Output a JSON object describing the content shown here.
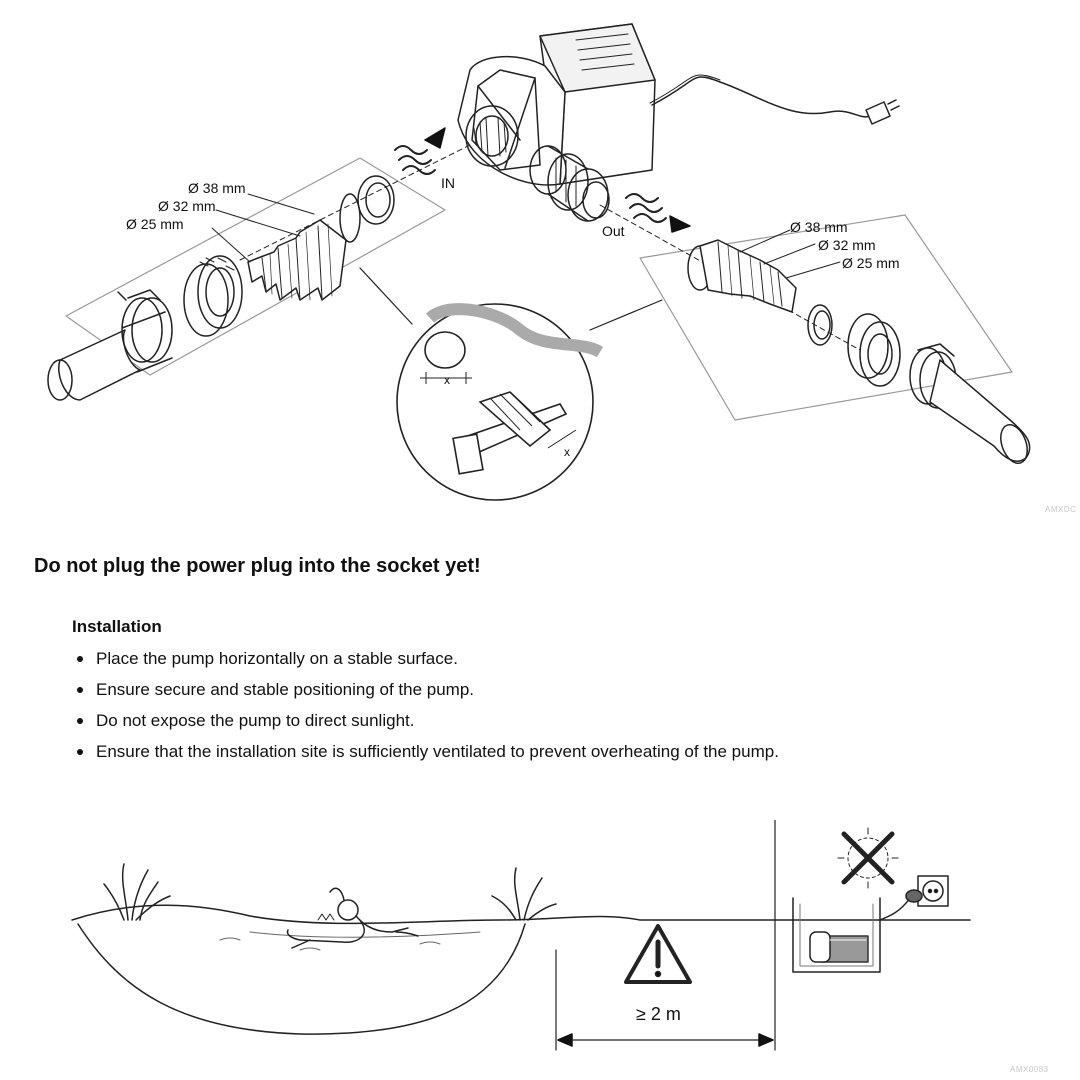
{
  "figure_top": {
    "label_in": "IN",
    "label_out": "Out",
    "left_sizes": [
      "Ø 38 mm",
      "Ø 32 mm",
      "Ø 25 mm"
    ],
    "right_sizes": [
      "Ø 38 mm",
      "Ø 32 mm",
      "Ø 25 mm"
    ],
    "dim_x": "x",
    "code": "AMXDC"
  },
  "warning": "Do not plug the power plug into the socket yet!",
  "installation": {
    "heading": "Installation",
    "items": [
      "Place the pump horizontally on a stable surface.",
      "Ensure secure and stable positioning of the pump.",
      "Do not expose the pump to direct sunlight.",
      "Ensure that the installation site is sufficiently ventilated to prevent overheating of the pump."
    ]
  },
  "figure_bottom": {
    "distance": "≥ 2 m",
    "code": "AMX0083"
  }
}
